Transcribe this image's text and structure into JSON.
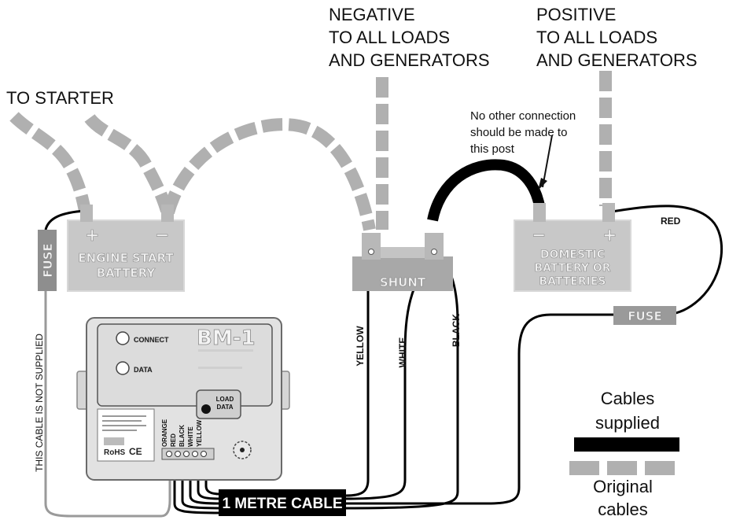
{
  "labels": {
    "to_starter": "TO STARTER",
    "negative": [
      "NEGATIVE",
      "TO ALL LOADS",
      "AND GENERATORS"
    ],
    "positive": [
      "POSITIVE",
      "TO ALL LOADS",
      "AND GENERATORS"
    ],
    "note": [
      "No other connection",
      "should be made to",
      "this post"
    ],
    "red": "RED",
    "yellow": "YELLOW",
    "white": "WHITE",
    "black": "BLACK",
    "cable_not_supplied": "THIS CABLE IS NOT SUPPLIED",
    "one_metre_cable": "1 METRE CABLE",
    "shunt": "SHUNT",
    "fuse_left": "FUSE",
    "fuse_right": "FUSE"
  },
  "engine_battery": {
    "plus": "+",
    "minus": "−",
    "lines": [
      "ENGINE START",
      "BATTERY"
    ]
  },
  "domestic_battery": {
    "minus": "−",
    "plus": "+",
    "lines": [
      "DOMESTIC",
      "BATTERY OR",
      "BATTERIES"
    ]
  },
  "bm1": {
    "title": "BM-1",
    "connect": "CONNECT",
    "data": "DATA",
    "load_data": [
      "LOAD",
      "DATA"
    ],
    "terminals": [
      "ORANGE",
      "RED",
      "BLACK",
      "WHITE",
      "YELLOW"
    ],
    "rohs": "RoHS",
    "ce": "CE"
  },
  "legend": {
    "supplied": [
      "Cables",
      "supplied"
    ],
    "original": [
      "Original",
      "cables"
    ]
  },
  "colors": {
    "battery": "#c8c8c8",
    "original_cable": "#b0b0b0",
    "supplied_cable": "#000000",
    "device_body": "#e2e2e2"
  }
}
